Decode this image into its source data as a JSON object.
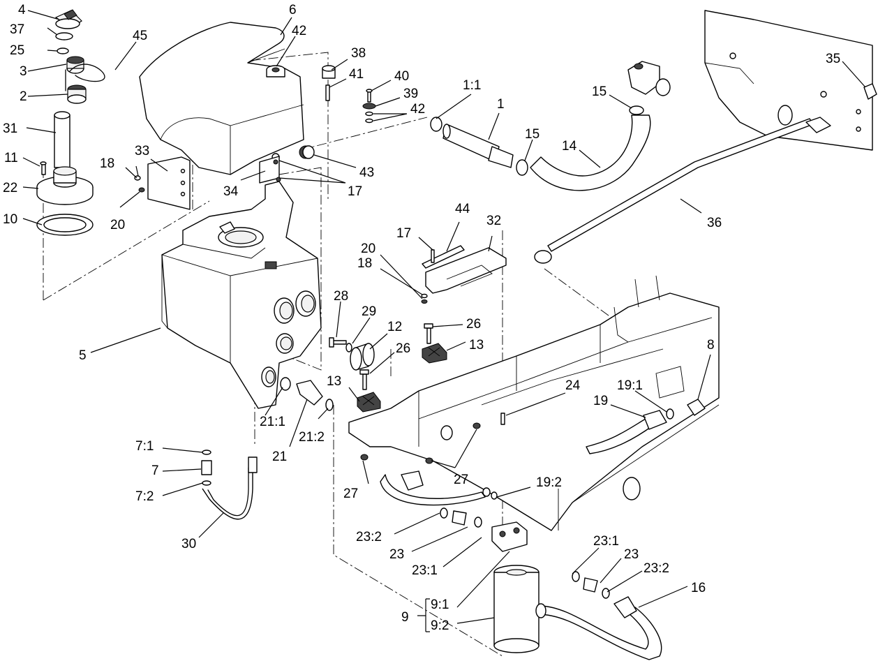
{
  "labels": [
    {
      "key": "l4",
      "text": "4"
    },
    {
      "key": "l37",
      "text": "37"
    },
    {
      "key": "l25",
      "text": "25"
    },
    {
      "key": "l3",
      "text": "3"
    },
    {
      "key": "l2",
      "text": "2"
    },
    {
      "key": "l31",
      "text": "31"
    },
    {
      "key": "l11",
      "text": "11"
    },
    {
      "key": "l22",
      "text": "22"
    },
    {
      "key": "l10",
      "text": "10"
    },
    {
      "key": "l45",
      "text": "45"
    },
    {
      "key": "l6",
      "text": "6"
    },
    {
      "key": "l42a",
      "text": "42"
    },
    {
      "key": "l38",
      "text": "38"
    },
    {
      "key": "l41",
      "text": "41"
    },
    {
      "key": "l40",
      "text": "40"
    },
    {
      "key": "l39",
      "text": "39"
    },
    {
      "key": "l42b",
      "text": "42"
    },
    {
      "key": "l1_1",
      "text": "1:1"
    },
    {
      "key": "l1",
      "text": "1"
    },
    {
      "key": "l15a",
      "text": "15"
    },
    {
      "key": "l15b",
      "text": "15"
    },
    {
      "key": "l14",
      "text": "14"
    },
    {
      "key": "l35",
      "text": "35"
    },
    {
      "key": "l36",
      "text": "36"
    },
    {
      "key": "l33",
      "text": "33"
    },
    {
      "key": "l18a",
      "text": "18"
    },
    {
      "key": "l20a",
      "text": "20"
    },
    {
      "key": "l34",
      "text": "34"
    },
    {
      "key": "l43",
      "text": "43"
    },
    {
      "key": "l17a",
      "text": "17"
    },
    {
      "key": "l44",
      "text": "44"
    },
    {
      "key": "l32",
      "text": "32"
    },
    {
      "key": "l17b",
      "text": "17"
    },
    {
      "key": "l20b",
      "text": "20"
    },
    {
      "key": "l18b",
      "text": "18"
    },
    {
      "key": "l5",
      "text": "5"
    },
    {
      "key": "l28",
      "text": "28"
    },
    {
      "key": "l29",
      "text": "29"
    },
    {
      "key": "l12",
      "text": "12"
    },
    {
      "key": "l26a",
      "text": "26"
    },
    {
      "key": "l13a",
      "text": "13"
    },
    {
      "key": "l26b",
      "text": "26"
    },
    {
      "key": "l13b",
      "text": "13"
    },
    {
      "key": "l8",
      "text": "8"
    },
    {
      "key": "l24",
      "text": "24"
    },
    {
      "key": "l19_1",
      "text": "19:1"
    },
    {
      "key": "l19",
      "text": "19"
    },
    {
      "key": "l21_1",
      "text": "21:1"
    },
    {
      "key": "l21",
      "text": "21"
    },
    {
      "key": "l21_2",
      "text": "21:2"
    },
    {
      "key": "l7_1",
      "text": "7:1"
    },
    {
      "key": "l7",
      "text": "7"
    },
    {
      "key": "l7_2",
      "text": "7:2"
    },
    {
      "key": "l30",
      "text": "30"
    },
    {
      "key": "l27a",
      "text": "27"
    },
    {
      "key": "l27b",
      "text": "27"
    },
    {
      "key": "l19_2",
      "text": "19:2"
    },
    {
      "key": "l23_2a",
      "text": "23:2"
    },
    {
      "key": "l23a",
      "text": "23"
    },
    {
      "key": "l23_1a",
      "text": "23:1"
    },
    {
      "key": "l23_1b",
      "text": "23:1"
    },
    {
      "key": "l23b",
      "text": "23"
    },
    {
      "key": "l23_2b",
      "text": "23:2"
    },
    {
      "key": "l16",
      "text": "16"
    },
    {
      "key": "l9",
      "text": "9"
    },
    {
      "key": "l9_1",
      "text": "9:1"
    },
    {
      "key": "l9_2",
      "text": "9:2"
    }
  ]
}
